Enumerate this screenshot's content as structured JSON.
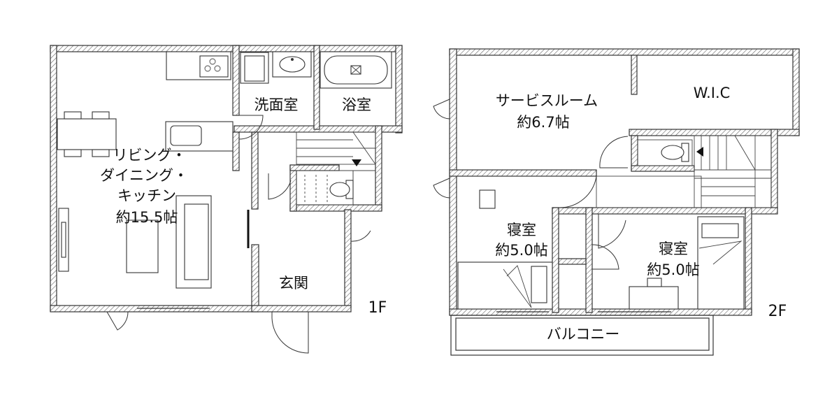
{
  "floor_1": {
    "label": "1F",
    "rooms": {
      "ldk_line1": "リビング・",
      "ldk_line2": "ダイニング・",
      "ldk_line3": "キッチン",
      "ldk_size": "約15.5帖",
      "washroom": "洗面室",
      "bathroom": "浴室",
      "entrance": "玄関"
    }
  },
  "floor_2": {
    "label": "2F",
    "rooms": {
      "service_room": "サービスルーム",
      "service_size": "約6.7帖",
      "wic": "W.I.C",
      "bedroom_left": "寝室",
      "bedroom_left_size": "約5.0帖",
      "bedroom_right": "寝室",
      "bedroom_right_size": "約5.0帖",
      "balcony": "バルコニー"
    }
  }
}
